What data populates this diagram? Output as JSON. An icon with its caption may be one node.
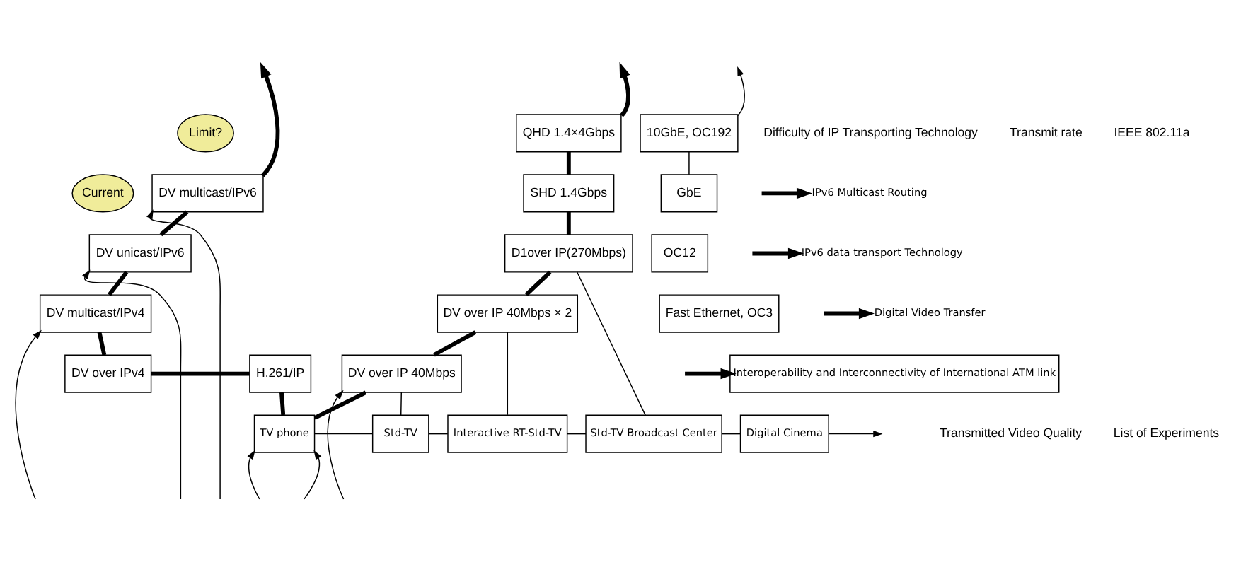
{
  "diagram": {
    "nodes": [
      {
        "text": [
          "Limit?"
        ]
      },
      {
        "text": [
          "Current"
        ]
      },
      {
        "text": [
          "DV multicast/IPv6"
        ]
      },
      {
        "text": [
          "10GbE, OC192"
        ]
      },
      {
        "text": [
          "QHD 1.4×4Gbps"
        ]
      },
      {
        "text": [
          "DV unicast/IPv6"
        ]
      },
      {
        "text": [
          "GbE"
        ]
      },
      {
        "text": [
          "SHD 1.4Gbps"
        ]
      },
      {
        "text": [
          "OC12"
        ]
      },
      {
        "text": [
          "DV multicast/IPv4"
        ]
      },
      {
        "text": [
          "D1over IP(270Mbps)"
        ]
      },
      {
        "text": [
          "Fast Ethernet, OC3"
        ]
      },
      {
        "text": [
          "DV over IP 40Mbps × 2"
        ]
      },
      {
        "text": [
          "DV over IPv4"
        ]
      },
      {
        "text": [
          "DV over IP 40Mbps"
        ]
      },
      {
        "text": [
          "H.261/IP"
        ]
      },
      {
        "text": [
          "TV phone"
        ]
      },
      {
        "text": [
          "Std-TV"
        ]
      },
      {
        "text": [
          "Interactive RT-Std-TV"
        ]
      },
      {
        "text": [
          "Std-TV Broadcast Center"
        ]
      },
      {
        "text": [
          "Digital Cinema"
        ]
      },
      {
        "text": [
          "IPv6 Multicast Routing"
        ]
      },
      {
        "text": [
          "IPv6 data transport Technology"
        ]
      },
      {
        "text": [
          "Digital Video Transfer"
        ]
      },
      {
        "text": [
          "Interoperability and Interconnectivity of International ATM link"
        ]
      }
    ],
    "edges": [
      {
        "from": 16,
        "to": 15,
        "arrow": "none",
        "style": "thick"
      },
      {
        "from": 15,
        "to": 13,
        "arrow": "none",
        "style": "thick"
      },
      {
        "from": 13,
        "to": 9,
        "arrow": "none",
        "style": "thick"
      },
      {
        "from": 9,
        "to": 5,
        "arrow": "none",
        "style": "thick"
      },
      {
        "from": 5,
        "to": 2,
        "arrow": "none",
        "style": "thick"
      },
      {
        "from": null,
        "to": 2,
        "arrow": "to"
      },
      {
        "from": 16,
        "to": 14,
        "arrow": "none",
        "style": "thick"
      },
      {
        "from": 14,
        "to": 12,
        "arrow": "none",
        "style": "thick"
      },
      {
        "from": 12,
        "to": 10,
        "arrow": "none",
        "style": "thick"
      },
      {
        "from": 10,
        "to": 7,
        "arrow": "none",
        "style": "thick"
      },
      {
        "from": 7,
        "to": 4,
        "arrow": "none",
        "style": "thick"
      },
      {
        "from": 4,
        "to": null,
        "arrow": "to",
        "style": "thick"
      },
      {
        "from": 16,
        "to": 17,
        "arrow": "none"
      },
      {
        "from": 17,
        "to": 18,
        "arrow": "none"
      },
      {
        "from": 18,
        "to": 19,
        "arrow": "none"
      },
      {
        "from": 19,
        "to": 20,
        "arrow": "none"
      },
      {
        "from": 20,
        "to": null,
        "arrow": "to"
      },
      {
        "from": 17,
        "to": 14,
        "arrow": "none"
      },
      {
        "from": 18,
        "to": 12,
        "arrow": "none"
      },
      {
        "from": 19,
        "to": 10,
        "arrow": "none"
      },
      {
        "from": 6,
        "to": 3,
        "arrow": "none"
      },
      {
        "from": 3,
        "to": null,
        "arrow": "to"
      },
      {
        "from": null,
        "to": 16,
        "arrow": "to"
      },
      {
        "from": null,
        "to": 16,
        "arrow": "to"
      },
      {
        "from": null,
        "to": 14,
        "arrow": "to"
      },
      {
        "from": null,
        "to": 9,
        "arrow": "to"
      },
      {
        "from": null,
        "to": 5,
        "arrow": "to"
      },
      {
        "from": 2,
        "to": null,
        "arrow": "to",
        "style": "thick"
      },
      {
        "from": null,
        "to": 21,
        "arrow": "to",
        "style": "thick"
      },
      {
        "from": null,
        "to": 22,
        "arrow": "to",
        "style": "thick"
      },
      {
        "from": null,
        "to": 23,
        "arrow": "to",
        "style": "thick"
      },
      {
        "from": null,
        "to": 24,
        "arrow": "to",
        "style": "thick"
      }
    ],
    "labels": [
      "Difficulty of IP Transporting Technology",
      "Transmit rate",
      "IEEE 802.11a",
      "Transmitted Video Quality",
      "List of Experiments"
    ]
  }
}
